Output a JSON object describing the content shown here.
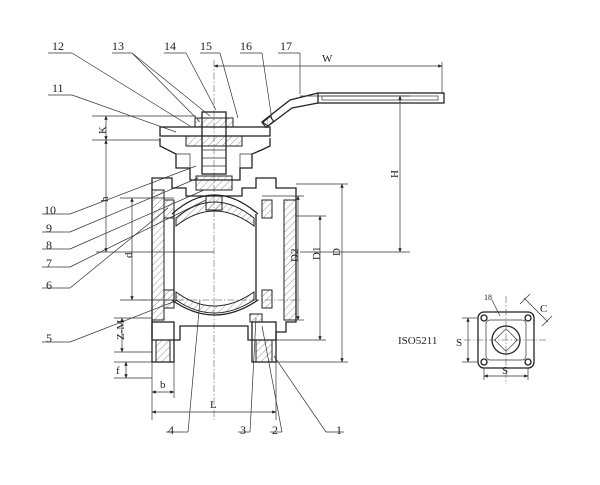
{
  "part_numbers": {
    "p1": "1",
    "p2": "2",
    "p3": "3",
    "p4": "4",
    "p5": "5",
    "p6": "6",
    "p7": "7",
    "p8": "8",
    "p9": "9",
    "p10": "10",
    "p11": "11",
    "p12": "12",
    "p13": "13",
    "p14": "14",
    "p15": "15",
    "p16": "16",
    "p17": "17"
  },
  "dimensions": {
    "W": "W",
    "K": "K",
    "H": "H",
    "h": "h",
    "d": "d",
    "D2": "D2",
    "D1": "D1",
    "D": "D",
    "ZM": "Z-M",
    "f": "f",
    "b": "b",
    "L": "L"
  },
  "flange_view": {
    "standard": "ISO5211",
    "s_left": "S",
    "s_bottom": "S",
    "c": "C",
    "note": "18"
  }
}
